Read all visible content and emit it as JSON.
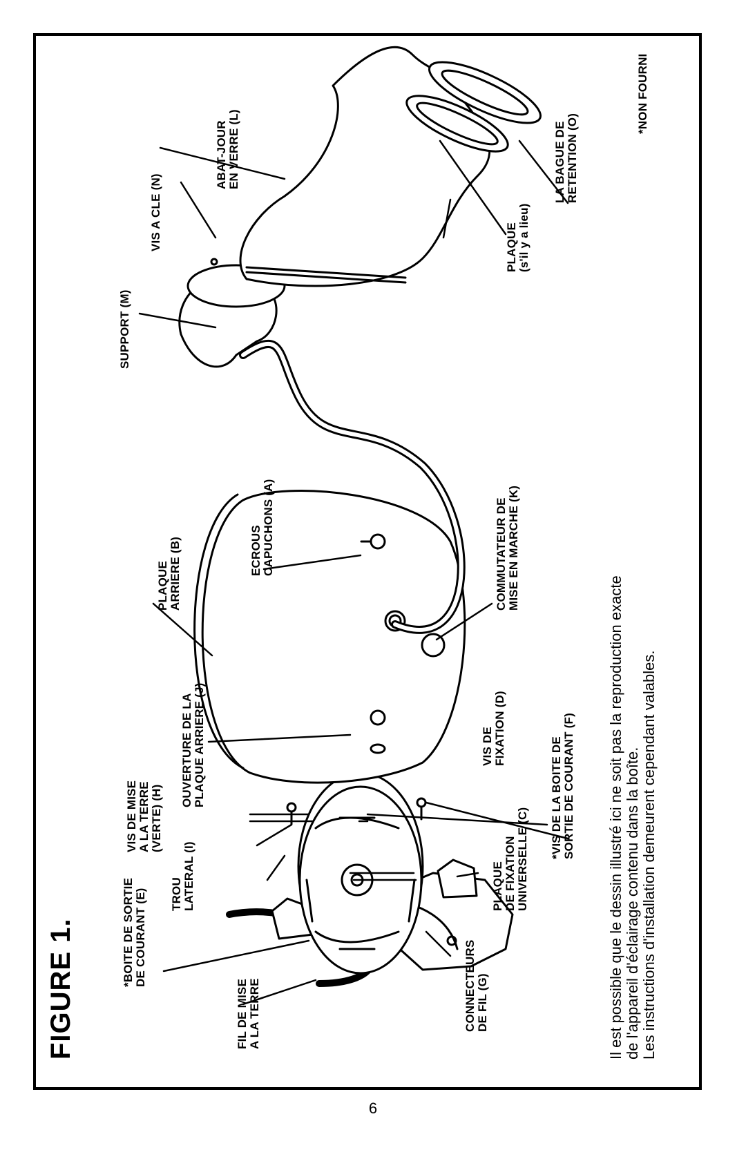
{
  "figure_title": "FIGURE 1.",
  "labels": {
    "boite_sortie": "*BOITE DE SORTIE\nDE COURANT (E)",
    "fil_terre": "FIL DE MISE\nA LA TERRE",
    "trou_lateral": "TROU\nLATERAL (I)",
    "vis_terre": "VIS DE MISE\nA LA TERRE\n(VERTE) (H)",
    "connecteurs": "CONNECTEURS\nDE FIL (G)",
    "plaque_fixation": "PLAQUE\nDE FIXATION\nUNIVERSELLE (C)",
    "vis_boite": "*VIS DE LA BOITE DE\nSORTIE DE COURANT (F)",
    "ouverture": "OUVERTURE DE LA\nPLAQUE ARRIERE (J)",
    "vis_fixation": "VIS DE\nFIXATION (D)",
    "plaque_arriere": "PLAQUE\nARRIERE (B)",
    "ecrous": "ECROUS\nCAPUCHONS (A)",
    "commutateur": "COMMUTATEUR DE\nMISE EN MARCHE (K)",
    "support": "SUPPORT (M)",
    "vis_cle": "VIS A CLE (N)",
    "abat_jour": "ABAT-JOUR\nEN VERRE (L)",
    "plaque_lieu": "PLAQUE\n(s'il y a lieu)",
    "bague": "LA BAGUE DE\nRETENTION (O)",
    "non_fourni": "*NON FOURNI"
  },
  "note": "Il est possible que le dessin illustré ici ne soit pas la reproduction exacte\nde l'appareil d'éclairage contenu dans la boîte.\nLes instructions d'installation demeurent cependant valables.",
  "page_number": "6"
}
